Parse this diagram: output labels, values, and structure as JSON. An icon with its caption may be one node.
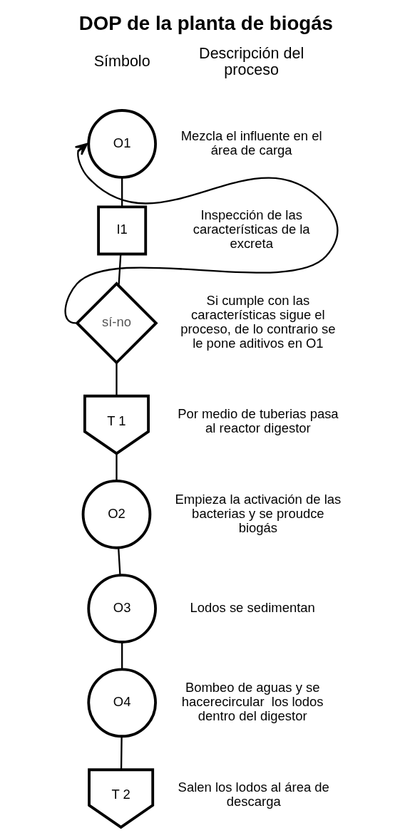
{
  "diagram": {
    "title": "DOP de la planta de biogás",
    "nodes": [
      {
        "text": [
          "O1"
        ],
        "beside": [
          "Mezcla el influente en el área de carga"
        ]
      },
      {
        "text": [
          "I1"
        ],
        "beside": [
          "Inspección de las características de la excreta"
        ]
      },
      {
        "text": [
          "sí-no"
        ],
        "beside": [
          "Si cumple con las características sigue el proceso, de lo contrario se le pone aditivos en O1"
        ]
      },
      {
        "text": [
          "T 1"
        ],
        "beside": [
          "Por medio de tuberias pasa al reactor digestor"
        ]
      },
      {
        "text": [
          "O2"
        ],
        "beside": [
          "Empieza la activación de las bacterias y se proudce biogás"
        ]
      },
      {
        "text": [
          "O3"
        ],
        "beside": [
          "Lodos se sedimentan"
        ]
      },
      {
        "text": [
          "O4"
        ],
        "beside": [
          "Bombeo de aguas y se hacerecircular  los lodos dentro del digestor"
        ]
      },
      {
        "text": [
          "T 2"
        ],
        "beside": [
          "Salen los lodos al área de descarga"
        ]
      }
    ],
    "edges": [
      {
        "from": 0,
        "to": 1,
        "arrow": "none"
      },
      {
        "from": 1,
        "to": 2,
        "arrow": "none"
      },
      {
        "from": 2,
        "to": 0,
        "arrow": "to"
      },
      {
        "from": 2,
        "to": 3,
        "arrow": "none"
      },
      {
        "from": 3,
        "to": 4,
        "arrow": "none"
      },
      {
        "from": 4,
        "to": 5,
        "arrow": "none"
      },
      {
        "from": 5,
        "to": 6,
        "arrow": "none"
      },
      {
        "from": 6,
        "to": 7,
        "arrow": "none"
      }
    ],
    "labels": [
      "Símbolo",
      "Descripción del proceso"
    ]
  }
}
